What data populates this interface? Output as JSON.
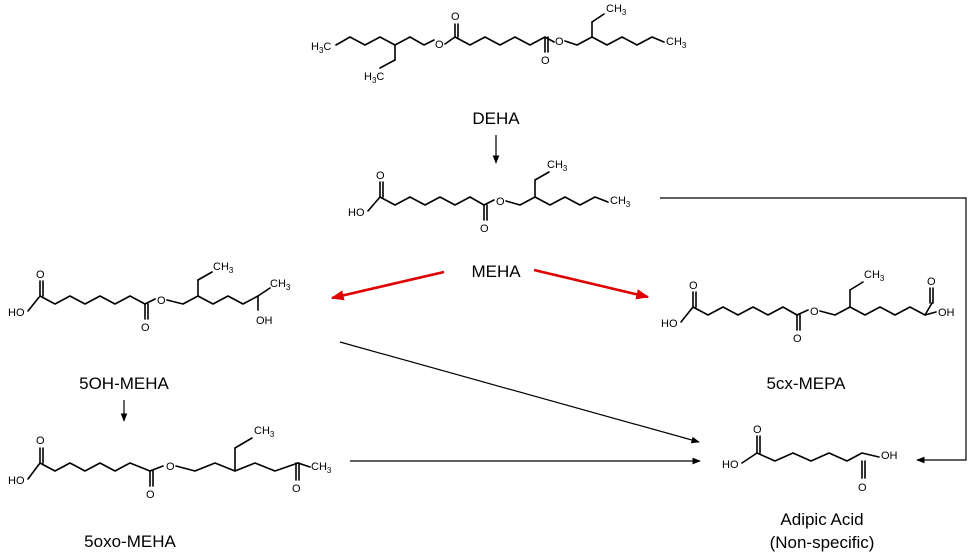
{
  "compounds": {
    "deha": {
      "name": "DEHA"
    },
    "meha": {
      "name": "MEHA"
    },
    "oh_meha": {
      "name": "5OH-MEHA"
    },
    "oxo_meha": {
      "name": "5oxo-MEHA"
    },
    "cx_mepa": {
      "name": "5cx-MEPA"
    },
    "adipic": {
      "name_line1": "Adipic Acid",
      "name_line2": "(Non-specific)"
    }
  },
  "atoms": {
    "o": "O",
    "oh": "OH",
    "ho": "HO",
    "ch3_c": "CH",
    "ch3_sub": "3",
    "h3c_h": "H",
    "h3c_sub": "3",
    "h3c_c": "C"
  },
  "colors": {
    "red_arrow": "#e00000",
    "black": "#000000"
  }
}
